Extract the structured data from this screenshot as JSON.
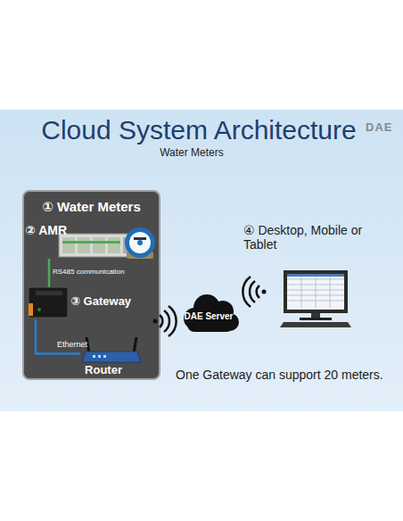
{
  "diagram": {
    "title": "Cloud System Architecture",
    "nodes": [
      {
        "text": [
          "① Water Meters"
        ]
      },
      {
        "text": [
          "② AMR"
        ],
        "in": 0
      },
      {
        "text": [
          "③ Gateway"
        ],
        "in": 0
      },
      {
        "text": [
          "Router"
        ],
        "in": 0
      },
      {
        "text": [
          "DAE Server"
        ]
      },
      {
        "text": [
          "④ Desktop, Mobile or Tablet"
        ]
      }
    ],
    "edges": [
      {
        "from": 1,
        "to": 2,
        "arrow": "none",
        "label": "RS485 communication"
      },
      {
        "from": 2,
        "to": 3,
        "arrow": "none",
        "label": "Ethernet"
      }
    ],
    "labels": [
      "Water Meters",
      "One Gateway can support 20 meters.",
      "DAE"
    ]
  }
}
